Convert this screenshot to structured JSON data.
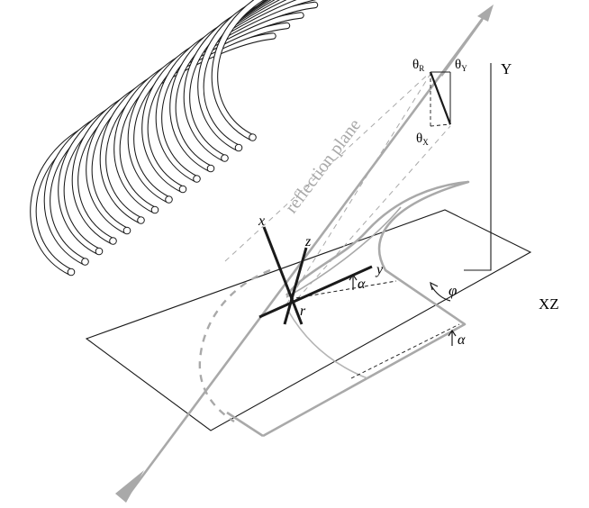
{
  "labels": {
    "theta_r": "θ",
    "theta_r_sub": "R",
    "theta_y": "θ",
    "theta_y_sub": "Y",
    "theta_x": "θ",
    "theta_x_sub": "X",
    "axis_y_upper": "Y",
    "plane_xz": "XZ",
    "reflection_plane": "reflection plane",
    "local_x": "x",
    "local_y": "y",
    "local_z": "z",
    "local_r": "r",
    "alpha_upper": "α",
    "alpha_lower": "α",
    "phi": "φ"
  },
  "colors": {
    "line": "#1a1a1a",
    "gray": "#a9a9a9",
    "dark_gray": "#8c8c8c",
    "background": "#ffffff"
  },
  "fiber_count": 14
}
